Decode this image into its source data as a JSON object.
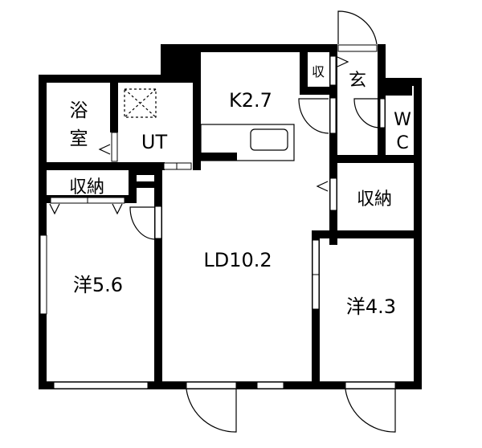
{
  "floor_plan": {
    "type": "apartment-floor-plan",
    "layout": "2LDK",
    "colors": {
      "wall": "#000000",
      "background": "#ffffff"
    },
    "rooms": [
      {
        "id": "kitchen",
        "label": "K2.7",
        "area_jo": 2.7
      },
      {
        "id": "living-dining",
        "label": "LD10.2",
        "area_jo": 10.2
      },
      {
        "id": "western-room-1",
        "label": "洋5.6",
        "area_jo": 5.6
      },
      {
        "id": "western-room-2",
        "label": "洋4.3",
        "area_jo": 4.3
      },
      {
        "id": "bathroom",
        "label_line1": "浴",
        "label_line2": "室"
      },
      {
        "id": "utility",
        "label": "UT"
      },
      {
        "id": "storage-left",
        "label": "収納"
      },
      {
        "id": "storage-right",
        "label": "収納"
      },
      {
        "id": "storage-small",
        "label": "収"
      },
      {
        "id": "entrance",
        "label": "玄"
      },
      {
        "id": "toilet",
        "label_line1": "W",
        "label_line2": "C"
      }
    ]
  }
}
